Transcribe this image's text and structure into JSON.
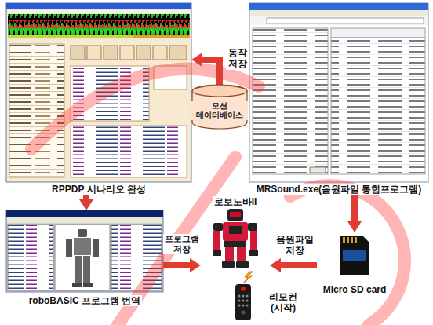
{
  "diagram": {
    "nodes": [
      {
        "text": [
          "RPPDP 시나리오 완성"
        ]
      },
      {
        "text": [
          "모션 데이터베이스"
        ]
      },
      {
        "text": [
          "MRSound.exe(음원파일 통합프로그램)"
        ]
      },
      {
        "text": [
          "roboBASIC 프로그램 번역"
        ]
      },
      {
        "text": [
          "로보노바II"
        ]
      },
      {
        "text": [
          "Micro SD card"
        ]
      },
      {
        "text": [
          "리모컨 (시작)"
        ]
      }
    ],
    "edges": [
      {
        "from": 1,
        "to": 0,
        "arrow": "to",
        "label": "동작 저장"
      },
      {
        "from": 0,
        "to": 3,
        "arrow": "to"
      },
      {
        "from": 3,
        "to": 4,
        "arrow": "to",
        "label": "프로그램 저장"
      },
      {
        "from": 2,
        "to": 5,
        "arrow": "to"
      },
      {
        "from": 5,
        "to": 4,
        "arrow": "to",
        "label": "음원파일 저장"
      }
    ]
  }
}
